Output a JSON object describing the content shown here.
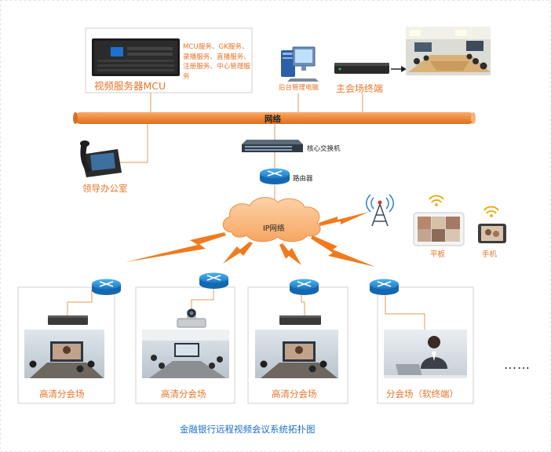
{
  "top": {
    "mcu_label": "视频服务器MCU",
    "mcu_services": "MCU服务、GK服务、录播服务、直播服务、注册服务、中心管理服务",
    "backend_pc_label": "后台管理电脑",
    "main_terminal_label": "主会场终端"
  },
  "network": {
    "bus_label": "网络",
    "core_switch_label": "核心交换机",
    "router_label": "路由器",
    "ip_network_label": "IP网络",
    "leader_office_label": "领导办公室"
  },
  "mobile": {
    "tablet_label": "平板",
    "phone_label": "手机"
  },
  "branches": [
    {
      "label": "高清分会场"
    },
    {
      "label": "高清分会场"
    },
    {
      "label": "高清分会场"
    },
    {
      "label": "分会场（软终端）"
    }
  ],
  "more": "……",
  "caption": "金融银行远程视频会议系统拓扑图",
  "colors": {
    "bus": "#f08a3c",
    "bolt": "#f07b1e",
    "router": "#1f8fd6",
    "label": "#e8752a",
    "caption": "#1a6fc8"
  }
}
